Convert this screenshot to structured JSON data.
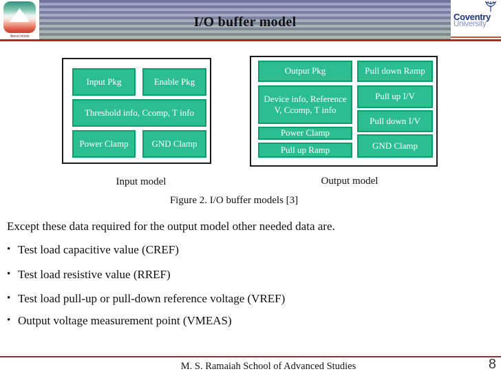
{
  "header": {
    "title": "I/O buffer model",
    "logo_tagline": "liberal minds",
    "coventry": {
      "line1": "Coventry",
      "line2": "University"
    }
  },
  "diagram": {
    "caption": "Figure 2. I/O buffer models [3]",
    "input_model": {
      "label": "Input model",
      "boxes": [
        "Input Pkg",
        "Enable Pkg",
        "Threshold info, Ccomp, T info",
        "Power Clamp",
        "GND Clamp"
      ]
    },
    "output_model": {
      "label": "Output model",
      "left_boxes": [
        "Output Pkg",
        "Device info, Reference V, Ccomp, T info",
        "Power Clamp",
        "Pull up Ramp"
      ],
      "right_boxes": [
        "Pull down Ramp",
        "Pull up I/V",
        "Pull down I/V",
        "GND Clamp"
      ]
    }
  },
  "body": {
    "bullet_char": "•",
    "intro": "Except these data required for the output model other needed data are.",
    "bullets": [
      "Test load capacitive value (CREF)",
      "Test load resistive value (RREF)",
      "Test load pull-up or pull-down reference voltage (VREF)",
      "Output voltage measurement point (VMEAS)"
    ]
  },
  "footer": {
    "institution": "M. S. Ramaiah School of Advanced Studies",
    "page_number": "8"
  },
  "colors": {
    "box_green_fill": "#2dbe90",
    "box_green_border": "#0b9d6b",
    "header_line_red": "#b5242a",
    "footer_line_red": "#8e2d36",
    "banner_blue": "#9599bd",
    "banner_green_gray": "#9fae9c",
    "coventry_navy": "#1e3580"
  }
}
